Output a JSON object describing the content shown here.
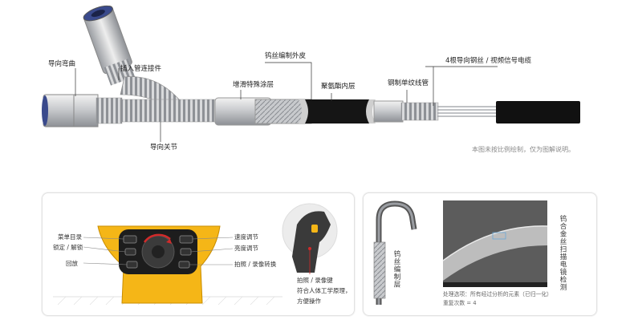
{
  "top": {
    "labels": {
      "guide_bend": "导向弯曲",
      "insert_connector": "插入管连接件",
      "steel_wire_outer": "钨丝编制外皮",
      "lubricant_coating": "增滑特殊涂层",
      "polyurethane_inner": "聚氨酯内层",
      "steel_spiral_tube": "钢制单纹线管",
      "guide_wire_cable": "4根导向钢丝 / 视频信号电缆",
      "guide_joint": "导向关节"
    },
    "disclaimer": "本图未按比例绘制，仅为图解说明。"
  },
  "handle_panel": {
    "left_labels": [
      "菜单目录",
      "锁定 / 解锁",
      "回放"
    ],
    "right_labels": [
      "速度调节",
      "亮度调节",
      "拍照 / 录像转换"
    ],
    "grip_caption": [
      "拍照 / 录像键",
      "符合人体工学原理，",
      "方便操作"
    ]
  },
  "micro_panel": {
    "vertical_label_left": "钨丝编制层",
    "vertical_label_right": "钨合金丝扫描电镜检测",
    "sem_caption": [
      "处理选项：所有经过分析的元素（已归一化）",
      "重复次数 = 4"
    ]
  },
  "colors": {
    "handle_yellow": "#f5b617",
    "cable_black": "#111111",
    "steel_gray": "#b9bcc0",
    "leader_red": "#d12a2a"
  }
}
